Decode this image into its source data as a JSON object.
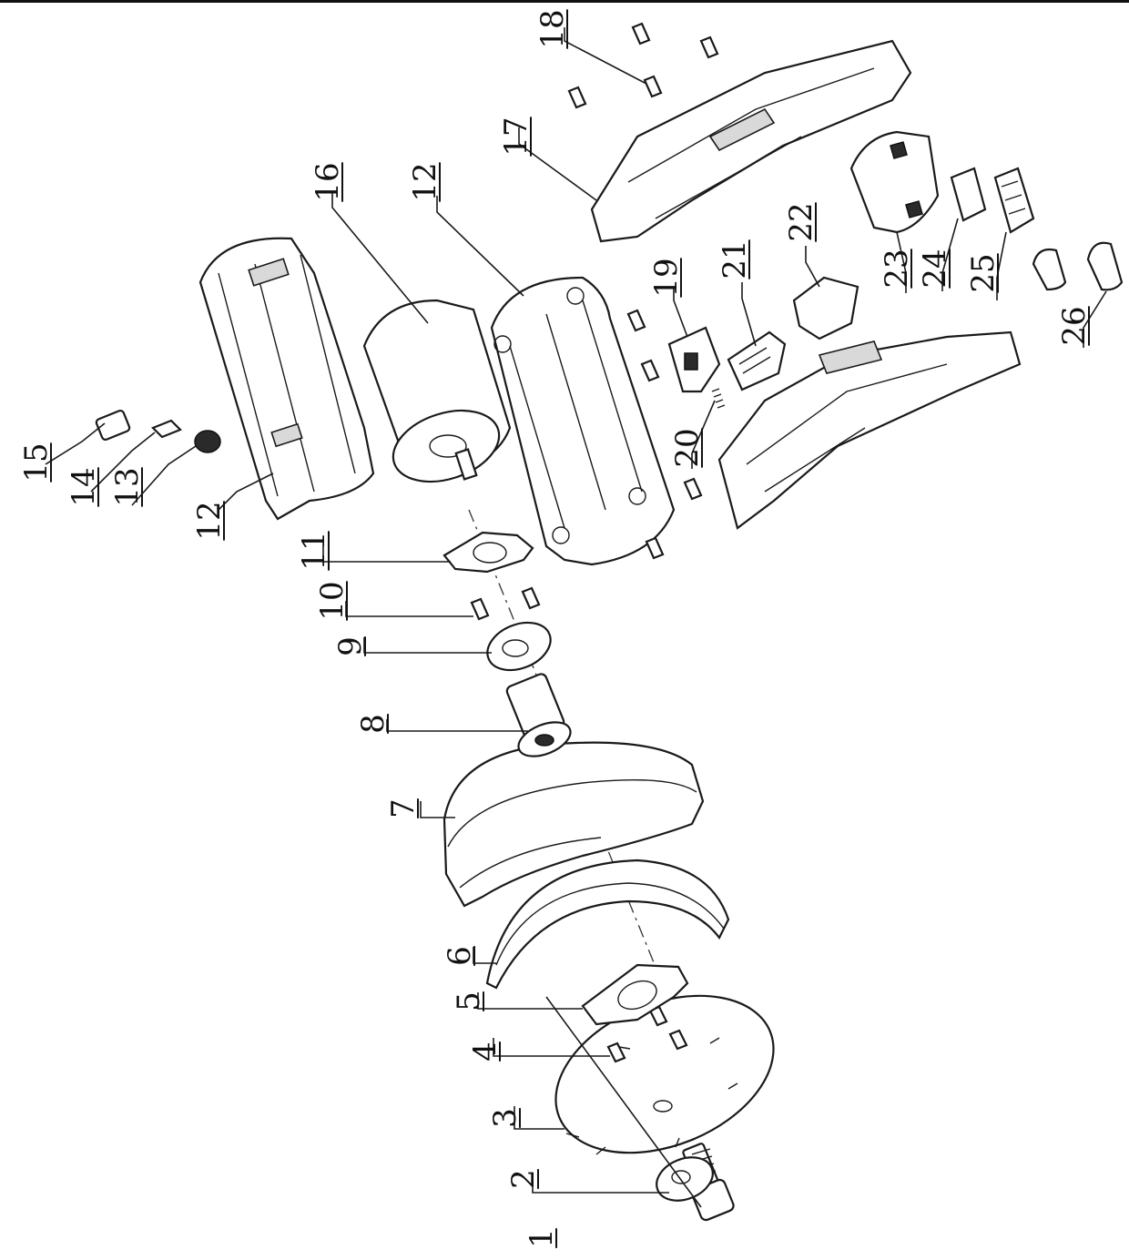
{
  "diagram": {
    "callouts": [
      {
        "id": "1",
        "label": "1"
      },
      {
        "id": "2",
        "label": "2"
      },
      {
        "id": "3",
        "label": "3"
      },
      {
        "id": "4",
        "label": "4"
      },
      {
        "id": "5",
        "label": "5"
      },
      {
        "id": "6",
        "label": "6"
      },
      {
        "id": "7",
        "label": "7"
      },
      {
        "id": "8",
        "label": "8"
      },
      {
        "id": "9",
        "label": "9"
      },
      {
        "id": "10",
        "label": "10"
      },
      {
        "id": "11",
        "label": "11"
      },
      {
        "id": "12a",
        "label": "12"
      },
      {
        "id": "13",
        "label": "13"
      },
      {
        "id": "14",
        "label": "14"
      },
      {
        "id": "15",
        "label": "15"
      },
      {
        "id": "16",
        "label": "16"
      },
      {
        "id": "12b",
        "label": "12"
      },
      {
        "id": "17",
        "label": "17"
      },
      {
        "id": "18",
        "label": "18"
      },
      {
        "id": "19",
        "label": "19"
      },
      {
        "id": "20",
        "label": "20"
      },
      {
        "id": "21",
        "label": "21"
      },
      {
        "id": "22",
        "label": "22"
      },
      {
        "id": "23",
        "label": "23"
      },
      {
        "id": "24",
        "label": "24"
      },
      {
        "id": "25",
        "label": "25"
      },
      {
        "id": "26",
        "label": "26"
      }
    ]
  }
}
